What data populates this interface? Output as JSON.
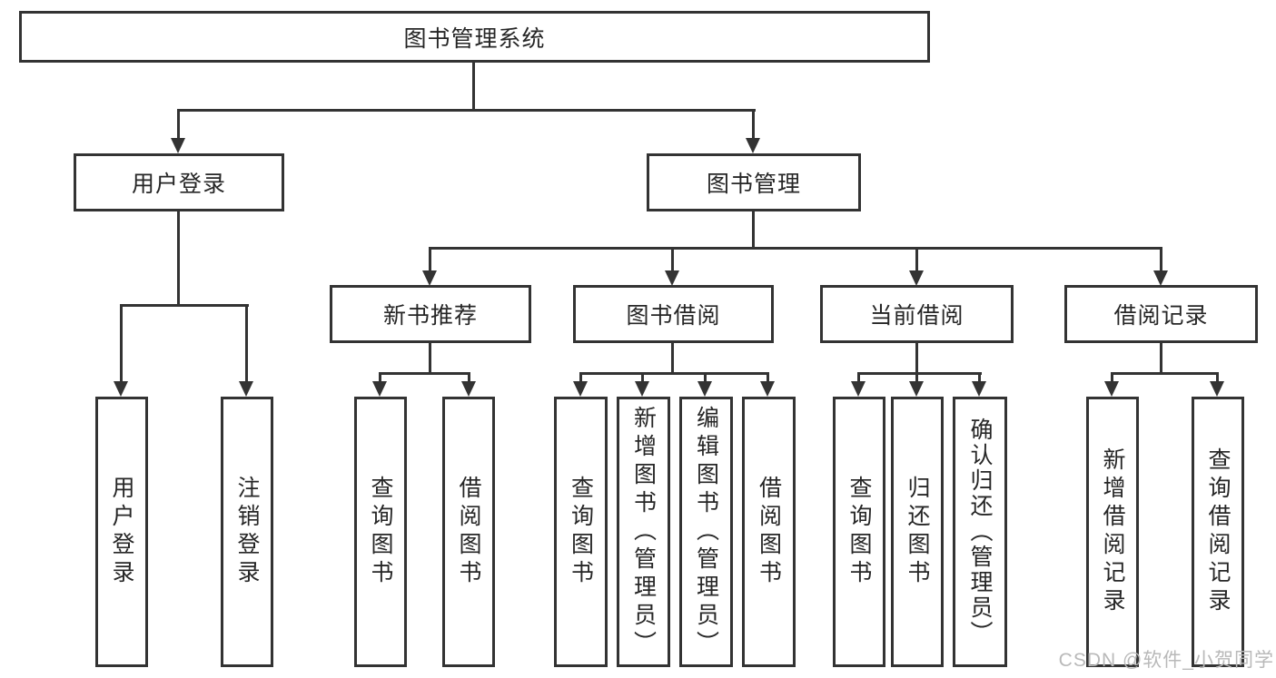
{
  "diagram": {
    "title": "图书管理系统",
    "root": {
      "label": "图书管理系统"
    },
    "level2": [
      {
        "label": "用户登录"
      },
      {
        "label": "图书管理"
      }
    ],
    "level3": [
      {
        "label": "新书推荐"
      },
      {
        "label": "图书借阅"
      },
      {
        "label": "当前借阅"
      },
      {
        "label": "借阅记录"
      }
    ],
    "leaves": [
      {
        "label": "用户登录"
      },
      {
        "label": "注销登录"
      },
      {
        "label": "查询图书"
      },
      {
        "label": "借阅图书"
      },
      {
        "label": "查询图书"
      },
      {
        "label": "新增图书（管理员）"
      },
      {
        "label": "编辑图书（管理员）"
      },
      {
        "label": "借阅图书"
      },
      {
        "label": "查询图书"
      },
      {
        "label": "归还图书"
      },
      {
        "label": "确认归还（管理员）"
      },
      {
        "label": "新增借阅记录"
      },
      {
        "label": "查询借阅记录"
      }
    ]
  },
  "watermark": {
    "text": "CSDN @软件_小贺同学"
  },
  "colors": {
    "line": "#333333",
    "box_border": "#333333",
    "text": "#262626",
    "watermark": "#b9b9b9",
    "background": "#ffffff"
  }
}
